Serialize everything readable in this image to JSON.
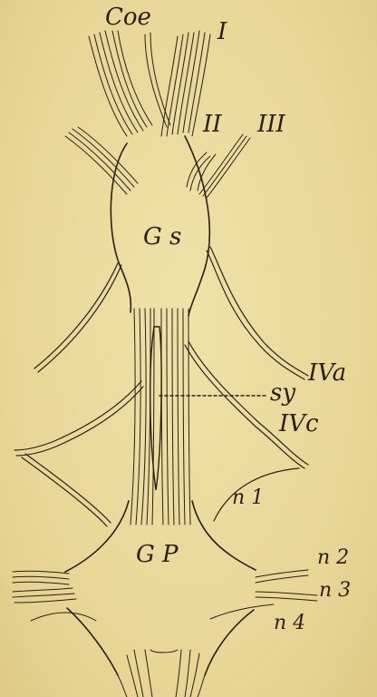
{
  "figure": {
    "ink_color": "#2a2016",
    "paper_color": "#ead99c",
    "labels": {
      "coe": "Coe",
      "I": "I",
      "II": "II",
      "III": "III",
      "Gs": "G s",
      "IVa": "IVa",
      "sy": "sy",
      "IVc": "IVc",
      "n1": "n 1",
      "GP": "G P",
      "n2": "n 2",
      "n3": "n 3",
      "n4": "n 4"
    }
  }
}
